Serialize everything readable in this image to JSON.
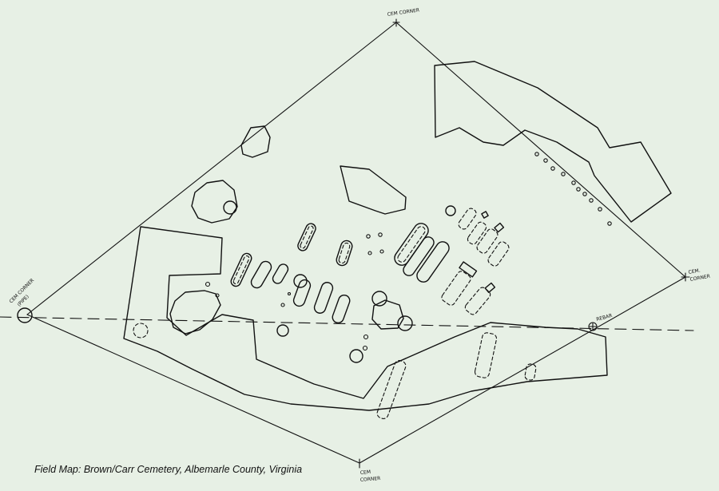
{
  "caption": "Field Map: Brown/Carr Cemetery, Albemarle County, Virginia",
  "corner_labels": {
    "top": "CEM CORNER",
    "right_line1": "CEM.",
    "right_line2": "CORNER",
    "left_line1": "CEM CORNER",
    "left_line2": "(PIPE)",
    "bottom_line1": "CEM",
    "bottom_line2": "CORNER",
    "rebar": "REBAR"
  },
  "colors": {
    "background": "#e7f0e5",
    "ink": "#111111"
  }
}
